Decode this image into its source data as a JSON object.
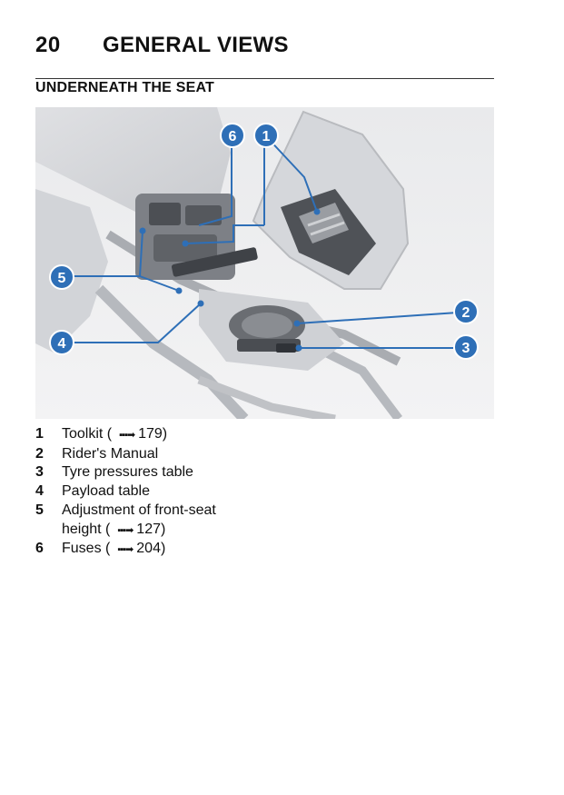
{
  "header": {
    "page_number": "20",
    "chapter_title": "GENERAL VIEWS"
  },
  "section": {
    "title": "UNDERNEATH THE SEAT"
  },
  "figure": {
    "callouts": [
      "1",
      "2",
      "3",
      "4",
      "5",
      "6"
    ],
    "accent_color": "#2e6fb7"
  },
  "legend": {
    "items": [
      {
        "num": "1",
        "text": "Toolkit",
        "ref": "179"
      },
      {
        "num": "2",
        "text": "Rider's Manual"
      },
      {
        "num": "3",
        "text": "Tyre pressures table"
      },
      {
        "num": "4",
        "text": "Payload table"
      },
      {
        "num": "5",
        "text": "Adjustment of front-seat",
        "text2": "height",
        "ref": "127"
      },
      {
        "num": "6",
        "text": "Fuses",
        "ref": "204"
      }
    ],
    "arrow_glyph": "▪▪▪➡"
  }
}
